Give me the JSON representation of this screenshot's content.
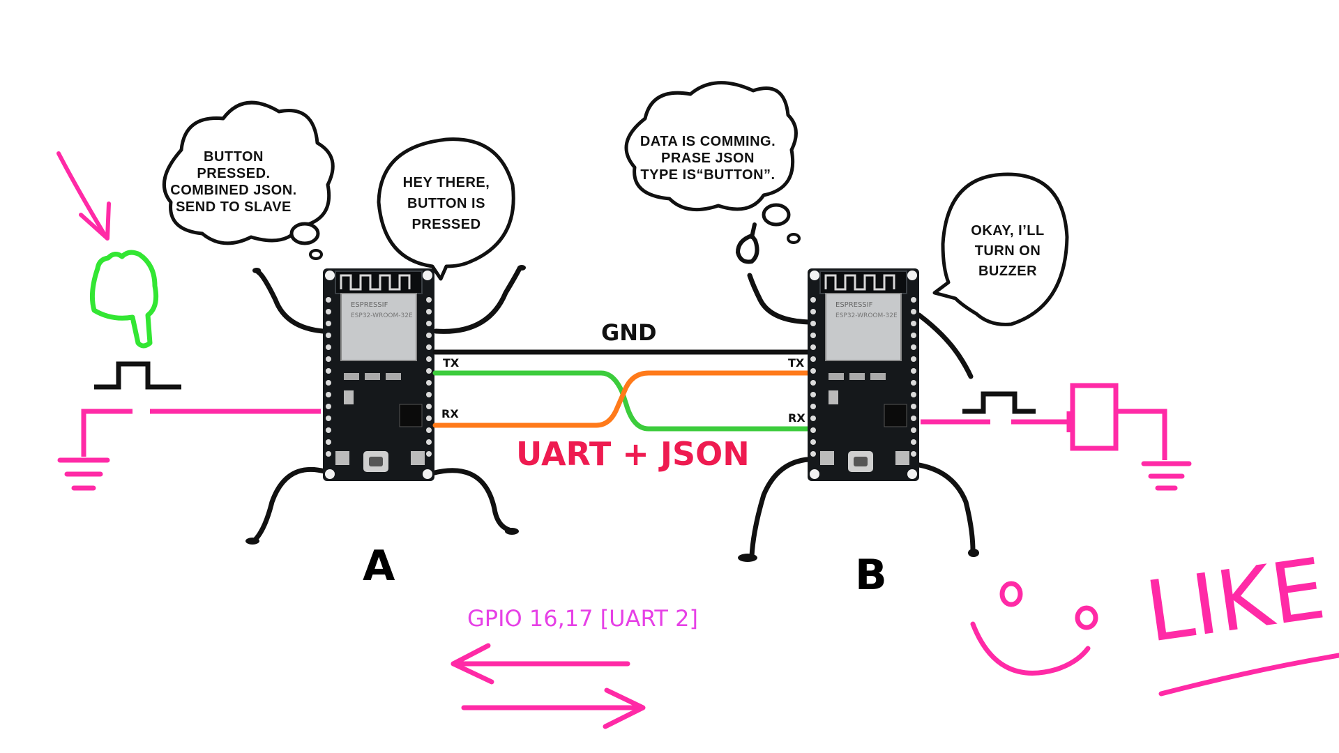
{
  "bubbles": {
    "a_thought": [
      "BUTTON",
      "PRESSED.",
      "COMBINED JSON.",
      "SEND TO SLAVE"
    ],
    "a_speech": [
      "HEY THERE,",
      "BUTTON IS",
      "PRESSED"
    ],
    "b_thought": [
      "DATA IS COMMING.",
      "PRASE JSON",
      "TYPE IS“BUTTON”."
    ],
    "b_speech": [
      "OKAY, I’LL",
      "TURN ON",
      "BUZZER"
    ]
  },
  "boards": {
    "a": {
      "name": "A",
      "tx": "TX",
      "rx": "RX"
    },
    "b": {
      "name": "B",
      "tx": "TX",
      "rx": "RX"
    }
  },
  "wires": {
    "gnd": "GND",
    "protocol": "UART + JSON",
    "gpio": "GPIO 16,17 [UART 2]"
  },
  "like": "LIKE",
  "colors": {
    "gnd_wire": "#111111",
    "tx_wire": "#3ccc3c",
    "rx_wire": "#ff7a1a",
    "circuit": "#ff2aa6",
    "hand": "#33e633",
    "uart_text": "#ee1b50",
    "gpio_text": "#e640e6"
  }
}
